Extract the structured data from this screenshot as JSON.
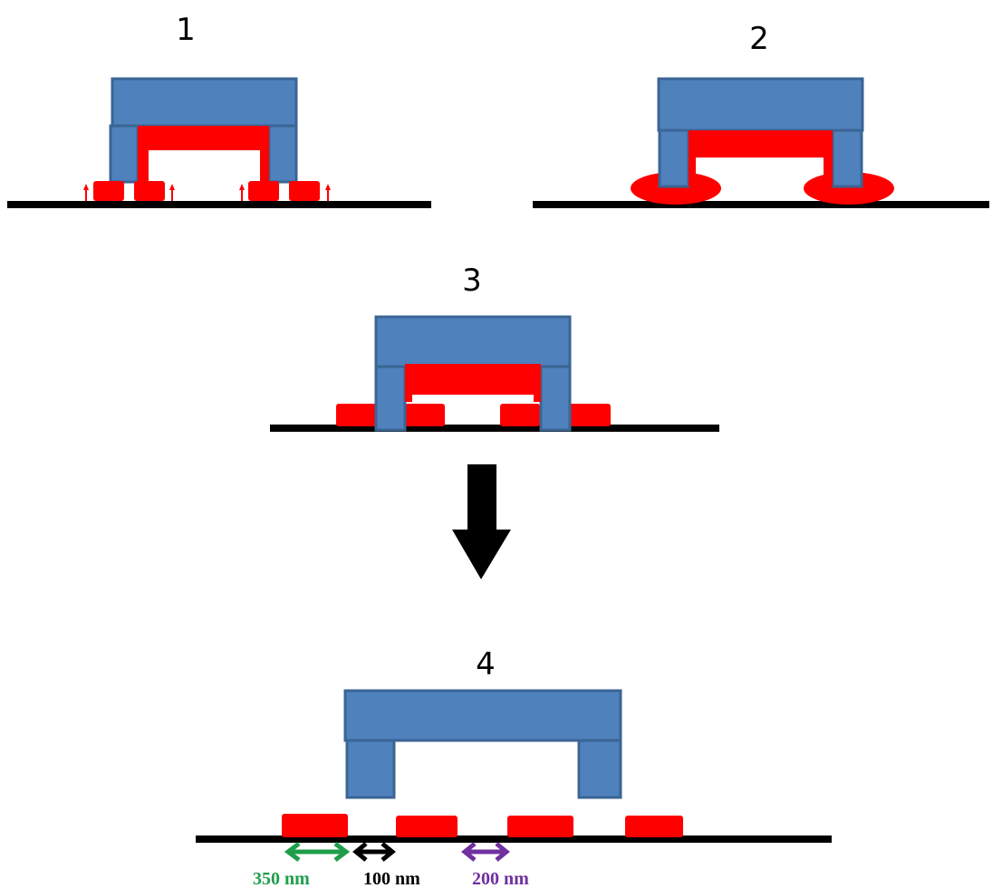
{
  "steps": [
    {
      "number": "1"
    },
    {
      "number": "2"
    },
    {
      "number": "3"
    },
    {
      "number": "4"
    }
  ],
  "dimensions": [
    {
      "label": "350 nm",
      "color": "#1f9e4a"
    },
    {
      "label": "100 nm",
      "color": "#000000"
    },
    {
      "label": "200 nm",
      "color": "#7030a0"
    }
  ],
  "colors": {
    "stamp": "#4f81bd",
    "stamp_outline": "#3a6594",
    "ink": "#ff0000",
    "substrate": "#000000",
    "arrow": "#000000"
  }
}
